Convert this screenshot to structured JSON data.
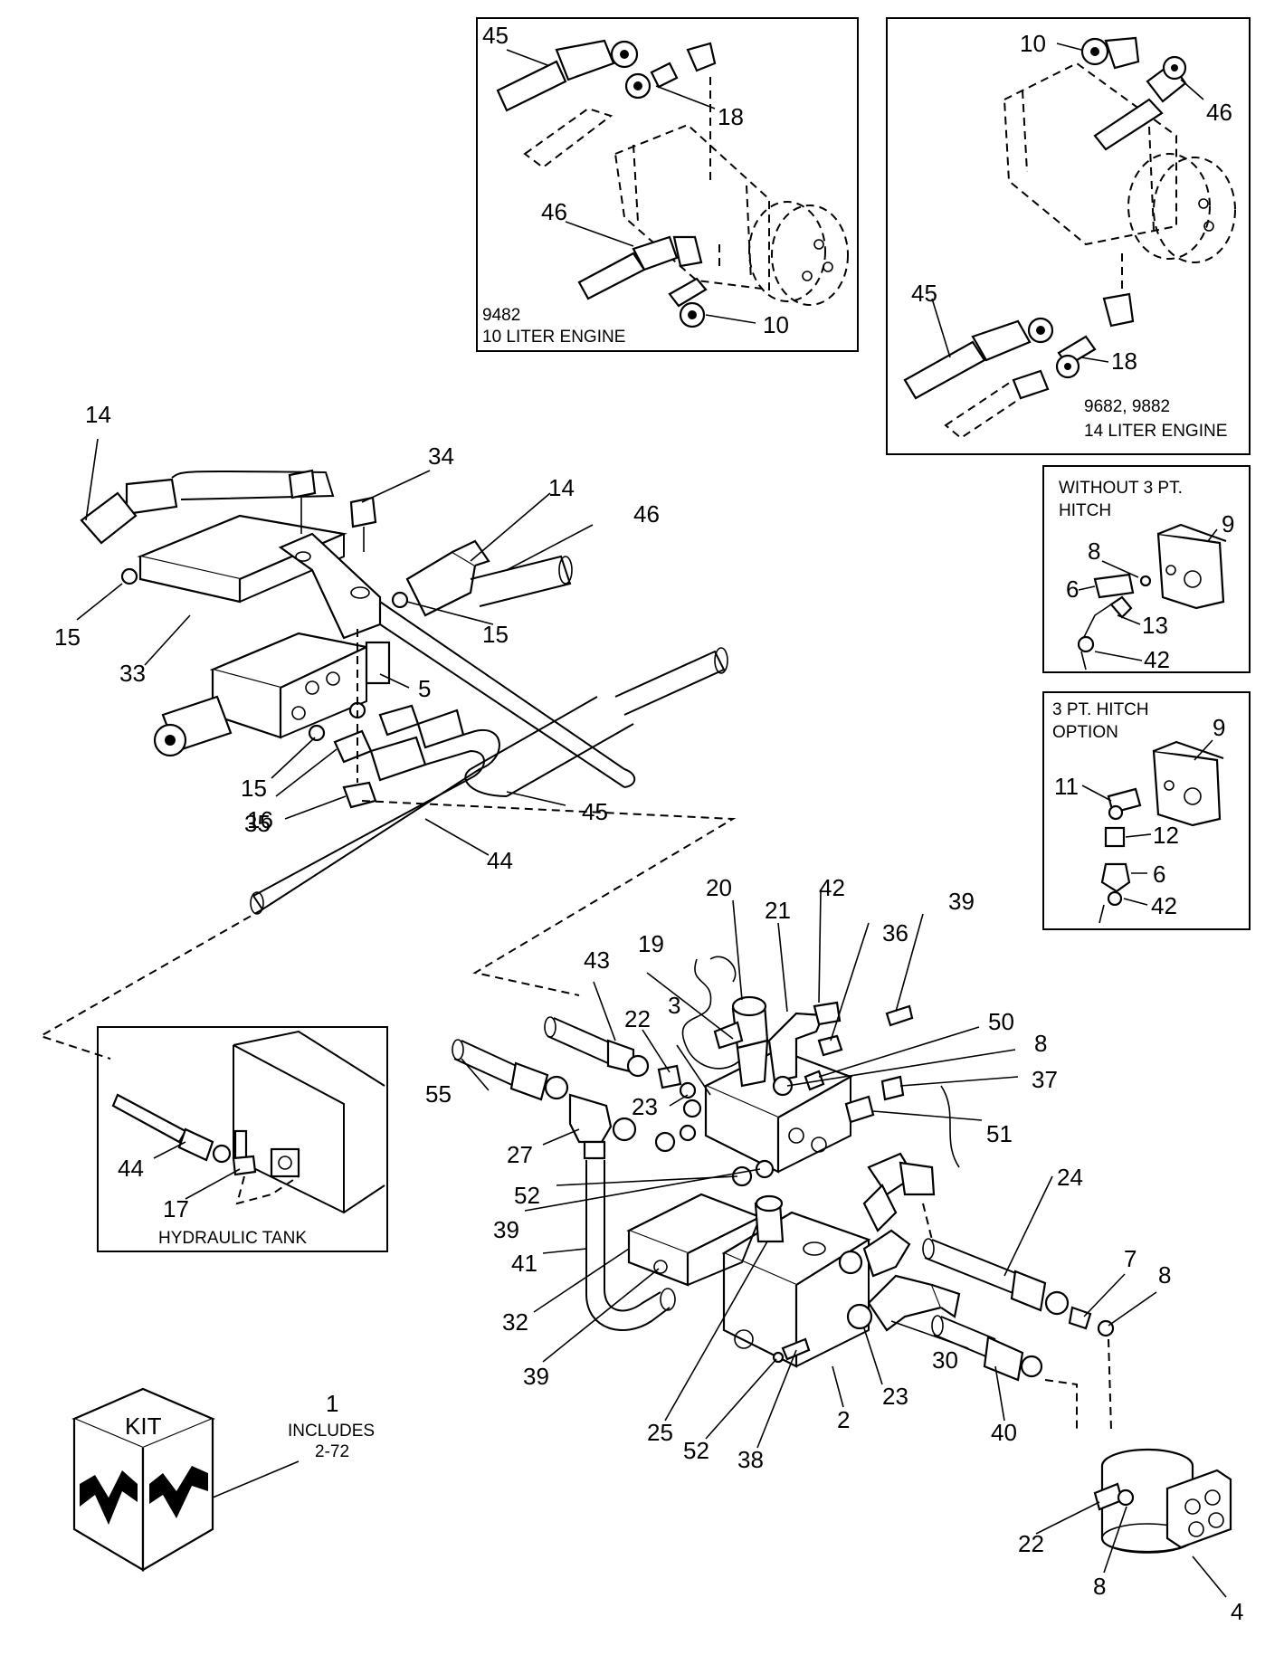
{
  "insets": {
    "liter10": {
      "model": "9482",
      "engine": "10 LITER ENGINE"
    },
    "liter14": {
      "model": "9682, 9882",
      "engine": "14 LITER ENGINE"
    },
    "without_hitch": {
      "line1": "WITHOUT 3 PT.",
      "line2": "HITCH"
    },
    "hitch_option": {
      "line1": "3 PT. HITCH",
      "line2": "OPTION"
    },
    "tank": {
      "caption": "HYDRAULIC TANK"
    },
    "kit": {
      "number": "1",
      "includes": "INCLUDES",
      "range": "2-72",
      "badge": "KIT"
    }
  },
  "callouts": {
    "i10_45": "45",
    "i10_18": "18",
    "i10_46": "46",
    "i10_10": "10",
    "i14_10": "10",
    "i14_46": "46",
    "i14_45": "45",
    "i14_18": "18",
    "wh_9": "9",
    "wh_8": "8",
    "wh_6": "6",
    "wh_13": "13",
    "wh_42": "42",
    "ho_9": "9",
    "ho_11": "11",
    "ho_12": "12",
    "ho_6": "6",
    "ho_42": "42",
    "m_14a": "14",
    "m_34": "34",
    "m_14b": "14",
    "m_46": "46",
    "m_15a": "15",
    "m_15b": "15",
    "m_33": "33",
    "m_5": "5",
    "m_15c": "15",
    "m_16": "16",
    "m_45": "45",
    "m_35": "35",
    "m_44": "44",
    "t_44": "44",
    "t_17": "17",
    "v_20": "20",
    "v_21": "21",
    "v_42": "42",
    "v_39a": "39",
    "v_19": "19",
    "v_36": "36",
    "v_43": "43",
    "v_3": "3",
    "v_22a": "22",
    "v_50": "50",
    "v_8a": "8",
    "v_55": "55",
    "v_23a": "23",
    "v_37": "37",
    "v_51": "51",
    "v_27": "27",
    "v_52a": "52",
    "v_39b": "39",
    "v_24": "24",
    "v_41": "41",
    "v_7": "7",
    "v_8b": "8",
    "v_32": "32",
    "v_30": "30",
    "v_23b": "23",
    "v_39c": "39",
    "v_25": "25",
    "v_52b": "52",
    "v_38": "38",
    "v_2": "2",
    "v_40": "40",
    "v_22b": "22",
    "v_8c": "8",
    "v_4": "4"
  }
}
